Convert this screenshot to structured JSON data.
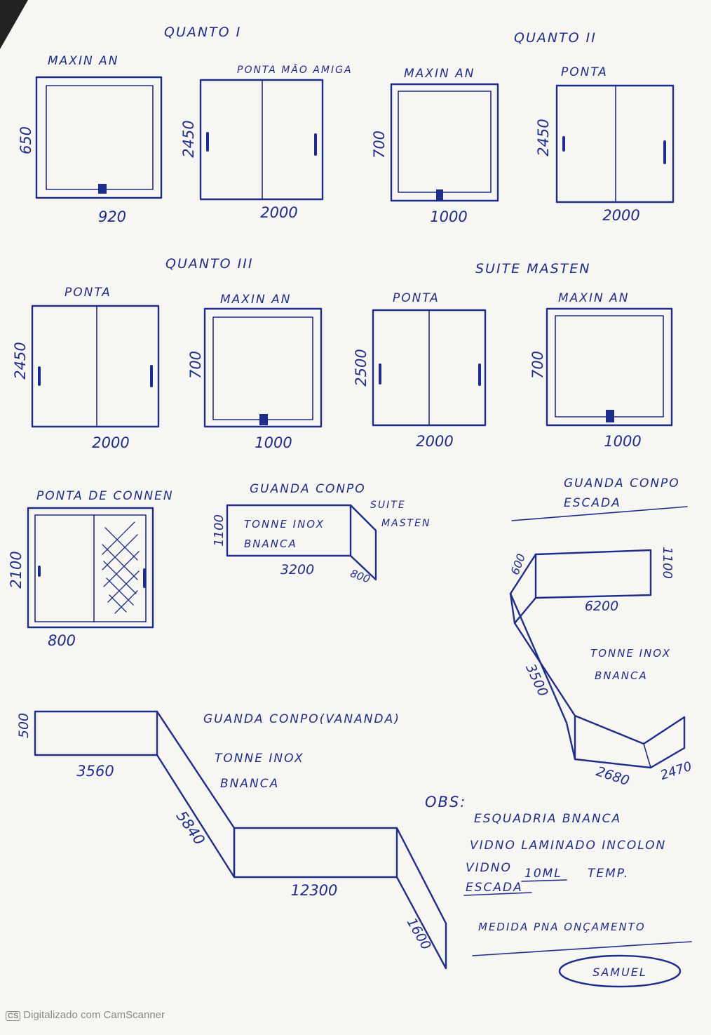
{
  "titles": {
    "q1": "QUANTO I",
    "q2": "QUANTO II",
    "q3": "QUANTO III",
    "suite": "SUITE MASTEN"
  },
  "labels": {
    "maxin1": "MAXIN AN",
    "porta_mao": "PONTA MÃO AMIGA",
    "maxin2": "MAXIN AN",
    "porta2": "PONTA",
    "porta3": "PONTA",
    "maxin3": "MAXIN AN",
    "porta4": "PONTA",
    "maxin4": "MAXIN AN",
    "porta_correr": "PONTA DE CONNEN"
  },
  "dims": {
    "w1_h": "650",
    "w1_w": "920",
    "d1_h": "2450",
    "d1_w": "2000",
    "w2_h": "700",
    "w2_w": "1000",
    "d2_h": "2450",
    "d2_w": "2000",
    "d3_h": "2450",
    "d3_w": "2000",
    "w3_h": "700",
    "w3_w": "1000",
    "d4_h": "2500",
    "d4_w": "2000",
    "w4_h": "700",
    "w4_w": "1000",
    "dc_h": "2100",
    "dc_w": "800"
  },
  "guarda_suite": {
    "title": "GUANDA CONPO",
    "side_label_1": "SUITE",
    "side_label_2": "MASTEN",
    "material_1": "TONNE INOX",
    "material_2": "BNANCA",
    "h": "1100",
    "w": "3200",
    "side": "800"
  },
  "guarda_escada": {
    "title_1": "GUANDA CONPO",
    "title_2": "ESCADA",
    "h_left": "600",
    "h_right": "1100",
    "top_len": "6200",
    "diag_len": "3500",
    "bottom_len": "2680",
    "end_len": "2470",
    "material_1": "TONNE INOX",
    "material_2": "BNANCA"
  },
  "guarda_varanda": {
    "title": "GUANDA CONPO(VANANDA)",
    "material_1": "TONNE INOX",
    "material_2": "BNANCA",
    "h": "500",
    "len1": "3560",
    "len2": "5840",
    "len3": "12300",
    "len4": "1600"
  },
  "obs": {
    "heading": "OBS:",
    "line1": "ESQUADRIA BNANCA",
    "line2": "VIDNO LAMINADO INCOLON",
    "line3_a": "VIDNO",
    "line3_b": "10ML",
    "line3_c": "TEMP.",
    "line4": "ESCADA",
    "line5": "MEDIDA PNA ONÇAMENTO",
    "signature": "SAMUEL"
  },
  "footer": {
    "badge": "CS",
    "text": "Digitalizado com CamScanner"
  },
  "colors": {
    "ink": "#1f2d8a",
    "paper": "#f7f6f2"
  }
}
